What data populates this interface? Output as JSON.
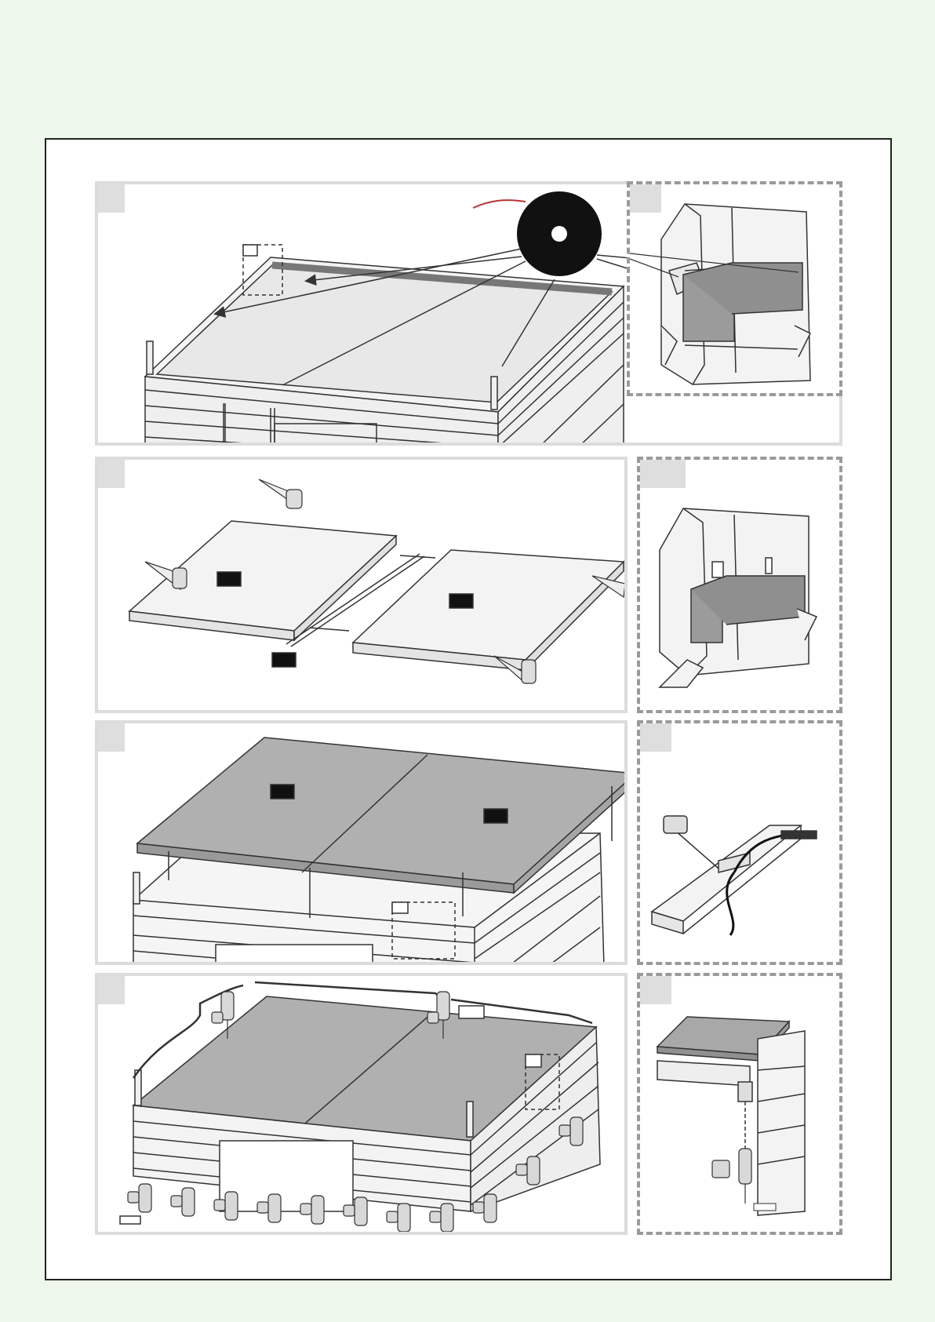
{
  "page": {
    "background": "#edf7eb",
    "sheet_color": "#ffffff",
    "frame_color": "#222222",
    "panel_border_color": "#dcdcdc",
    "detail_border_color": "#9a9a9a"
  },
  "steps": [
    {
      "id": "step-1",
      "tab_label": "",
      "icons": [
        "foam-tape-roll-icon",
        "arrow-icon"
      ]
    },
    {
      "id": "step-1-detail",
      "tab_label": "",
      "icons": [
        "log-corner-icon"
      ]
    },
    {
      "id": "step-2",
      "tab_label": "",
      "icons": [
        "saw-icon",
        "roof-panel-icon"
      ]
    },
    {
      "id": "step-2-detail",
      "tab_label": "",
      "icons": [
        "log-corner-icon"
      ]
    },
    {
      "id": "step-3",
      "tab_label": "",
      "icons": [
        "roof-panel-icon",
        "arrow-icon"
      ]
    },
    {
      "id": "step-3-detail",
      "tab_label": "",
      "icons": [
        "saw-icon",
        "wood-beam-icon"
      ]
    },
    {
      "id": "step-4",
      "tab_label": "",
      "icons": [
        "drill-icon",
        "screw-icon"
      ]
    },
    {
      "id": "step-4-detail",
      "tab_label": "",
      "icons": [
        "drill-icon",
        "roof-edge-icon"
      ]
    }
  ]
}
